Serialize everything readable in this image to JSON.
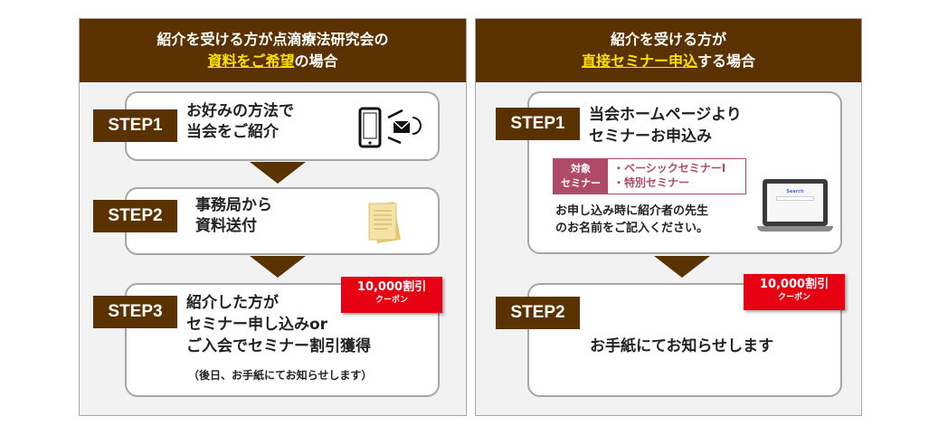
{
  "left": {
    "header_line1": "紹介を受ける方が点滴療法研究会の",
    "header_highlight": "資料をご希望",
    "header_suffix": "の場合",
    "step1": {
      "label": "STEP1",
      "line1": "お好みの方法で",
      "line2": "当会をご紹介"
    },
    "step2": {
      "label": "STEP2",
      "line1": "事務局から",
      "line2": "資料送付"
    },
    "step3": {
      "label": "STEP3",
      "line1": "紹介した方が",
      "line2": "セミナー申し込みor",
      "line3": "ご入会でセミナー割引獲得",
      "note": "（後日、お手紙にてお知らせします）"
    },
    "coupon": {
      "amount": "10,000割引",
      "label": "クーポン"
    }
  },
  "right": {
    "header_line1": "紹介を受ける方が",
    "header_highlight": "直接セミナー申込",
    "header_suffix": "する場合",
    "step1": {
      "label": "STEP1",
      "line1": "当会ホームページより",
      "line2": "セミナーお申込み",
      "target_tag_line1": "対象",
      "target_tag_line2": "セミナー",
      "target_items": [
        "・ベーシックセミナーⅠ",
        "・特別セミナー"
      ],
      "note_line1": "お申し込み時に紹介者の先生",
      "note_line2": "のお名前をご記入ください。",
      "laptop_search": "Search"
    },
    "step2": {
      "label": "STEP2",
      "text": "お手紙にてお知らせします"
    },
    "coupon": {
      "amount": "10,000割引",
      "label": "クーポン"
    }
  },
  "colors": {
    "brown": "#5a3200",
    "highlight": "#ffe100",
    "coupon_red": "#e60012",
    "tag_pink": "#b04a6a"
  }
}
